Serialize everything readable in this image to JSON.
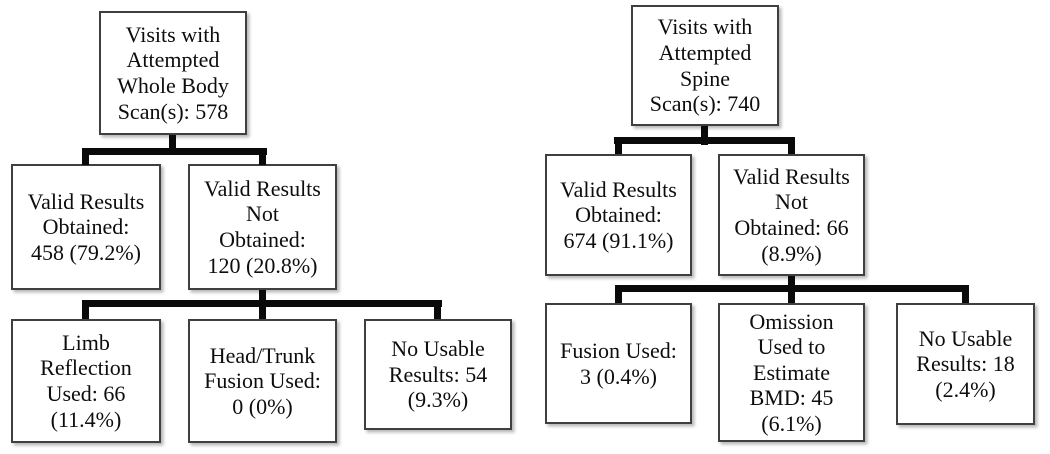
{
  "figure_type": "flowchart",
  "charts": [
    {
      "id": "whole-body",
      "nodes": {
        "root": {
          "label": "Visits with\nAttempted\nWhole Body\nScan(s): 578",
          "count": 578
        },
        "valid": {
          "label": "Valid Results\nObtained:\n458 (79.2%)",
          "count": 458,
          "percent": "79.2%"
        },
        "not_valid": {
          "label": "Valid Results\nNot\nObtained:\n120 (20.8%)",
          "count": 120,
          "percent": "20.8%"
        },
        "limb": {
          "label": "Limb\nReflection\nUsed: 66\n(11.4%)",
          "count": 66,
          "percent": "11.4%"
        },
        "head_trunk": {
          "label": "Head/Trunk\nFusion Used:\n0 (0%)",
          "count": 0,
          "percent": "0%"
        },
        "no_usable": {
          "label": "No Usable\nResults: 54\n(9.3%)",
          "count": 54,
          "percent": "9.3%"
        }
      },
      "edges": [
        [
          "root",
          "valid"
        ],
        [
          "root",
          "not_valid"
        ],
        [
          "not_valid",
          "limb"
        ],
        [
          "not_valid",
          "head_trunk"
        ],
        [
          "not_valid",
          "no_usable"
        ]
      ]
    },
    {
      "id": "spine",
      "nodes": {
        "root": {
          "label": "Visits with\nAttempted\nSpine\nScan(s): 740",
          "count": 740
        },
        "valid": {
          "label": "Valid Results\nObtained:\n674 (91.1%)",
          "count": 674,
          "percent": "91.1%"
        },
        "not_valid": {
          "label": "Valid Results\nNot\nObtained: 66\n(8.9%)",
          "count": 66,
          "percent": "8.9%"
        },
        "fusion": {
          "label": "Fusion Used:\n3 (0.4%)",
          "count": 3,
          "percent": "0.4%"
        },
        "omission": {
          "label": "Omission\nUsed to\nEstimate\nBMD: 45\n(6.1%)",
          "count": 45,
          "percent": "6.1%"
        },
        "no_usable": {
          "label": "No Usable\nResults: 18\n(2.4%)",
          "count": 18,
          "percent": "2.4%"
        }
      },
      "edges": [
        [
          "root",
          "valid"
        ],
        [
          "root",
          "not_valid"
        ],
        [
          "not_valid",
          "fusion"
        ],
        [
          "not_valid",
          "omission"
        ],
        [
          "not_valid",
          "no_usable"
        ]
      ]
    }
  ],
  "colors": {
    "background": "#ffffff",
    "box_border": "#3f3f3f",
    "connector": "#0a0a0a",
    "text": "#0d0d0d"
  }
}
